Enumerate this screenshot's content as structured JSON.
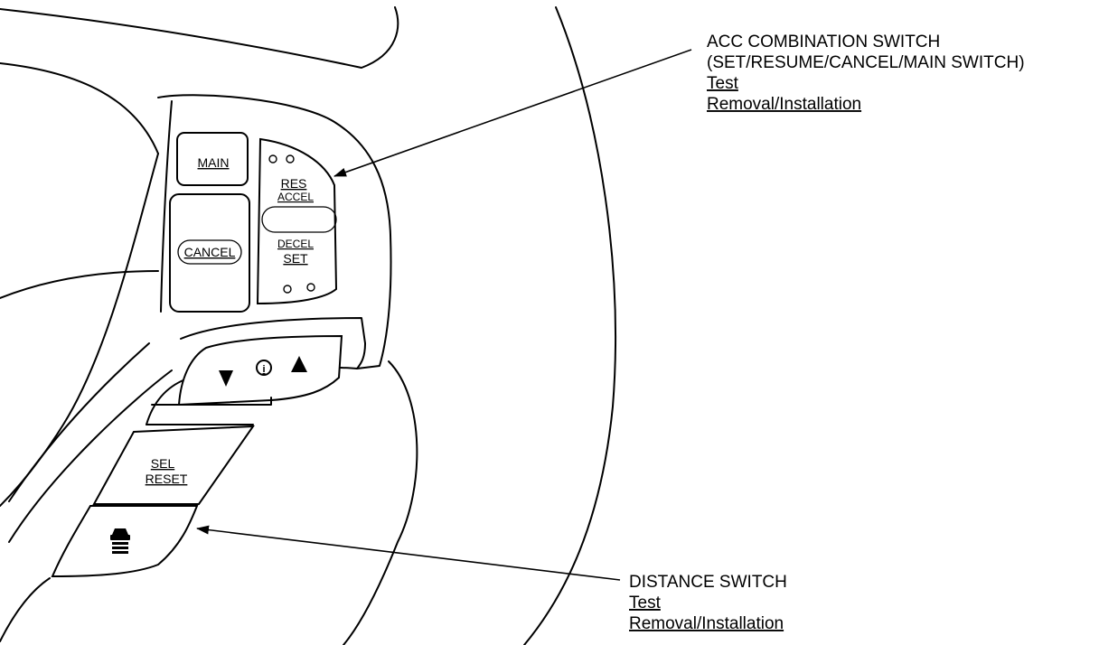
{
  "switches": {
    "main": "MAIN",
    "cancel": "CANCEL",
    "res": "RES",
    "accel": "ACCEL",
    "decel": "DECEL",
    "set": "SET",
    "sel": "SEL",
    "reset": "RESET",
    "info_symbol": "i"
  },
  "callouts": {
    "acc": {
      "title": "ACC COMBINATION SWITCH",
      "subtitle": "(SET/RESUME/CANCEL/MAIN SWITCH)",
      "test_link": "Test",
      "removal_link": "Removal/Installation"
    },
    "distance": {
      "title": "DISTANCE SWITCH",
      "test_link": "Test",
      "removal_link": "Removal/Installation"
    }
  },
  "icons": {
    "down_arrow": "down-triangle-icon",
    "up_arrow": "up-triangle-icon",
    "info": "info-circle-icon",
    "distance": "car-distance-icon"
  }
}
